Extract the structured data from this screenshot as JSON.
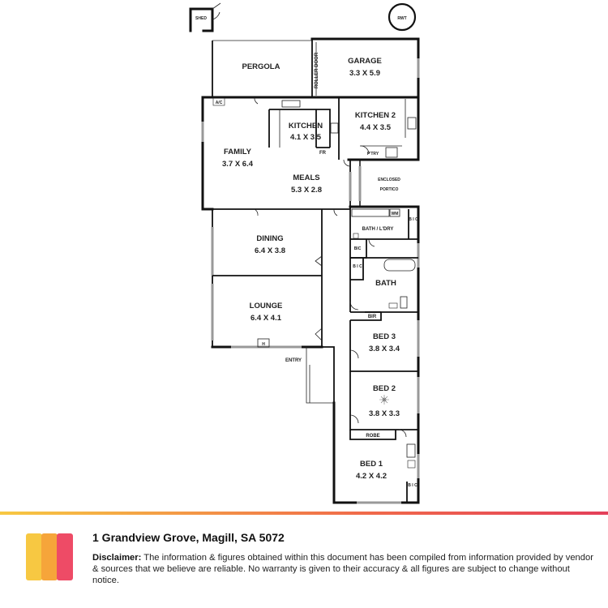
{
  "plan": {
    "rooms": {
      "shed": "SHED",
      "rwt": "RWT",
      "pergola": "PERGOLA",
      "roller_door": "ROLLER DOOR",
      "garage": {
        "name": "GARAGE",
        "dims": "3.3 X 5.9"
      },
      "ac": "A/C",
      "kitchen": {
        "name": "KITCHEN",
        "dims": "4.1 X 3.5"
      },
      "kitchen2": {
        "name": "KITCHEN 2",
        "dims": "4.4 X 3.5"
      },
      "fr": "FR",
      "ptry": "P'TRY",
      "family": {
        "name": "FAMILY",
        "dims": "3.7 X 6.4"
      },
      "meals": {
        "name": "MEALS",
        "dims": "5.3 X 2.8"
      },
      "enclosed_portico": {
        "line1": "ENCLOSED",
        "line2": "PORTICO"
      },
      "bath_ldry": "BATH / L'DRY",
      "wm": "WM",
      "bic_a": "B I C",
      "bic_b": "BIC",
      "bic_c": "B I C",
      "dining": {
        "name": "DINING",
        "dims": "6.4 X 3.8"
      },
      "bath": "BATH",
      "bir": "BIR",
      "lounge": {
        "name": "LOUNGE",
        "dims": "6.4 X 4.1"
      },
      "h": "H",
      "bed3": {
        "name": "BED 3",
        "dims": "3.8 X 3.4"
      },
      "entry": "ENTRY",
      "bed2": {
        "name": "BED 2",
        "dims": "3.8 X 3.3"
      },
      "robe": "ROBE",
      "bed1": {
        "name": "BED 1",
        "dims": "4.2 X 4.2"
      },
      "bic_d": "B I C"
    }
  },
  "footer": {
    "address": "1 Grandview Grove, Magill, SA 5072",
    "disclaimer_label": "Disclaimer:",
    "disclaimer_text": " The information & figures obtained within this document has been compiled from information provided by vendor & sources that we believe are reliable. No warranty is given to their accuracy & all figures are subject to change without notice.",
    "logo_colors": [
      "#f7c842",
      "#f6a53a",
      "#ee4b66"
    ],
    "stripe_colors": [
      "#f7c842",
      "#f06a4a",
      "#e43f5a"
    ]
  }
}
